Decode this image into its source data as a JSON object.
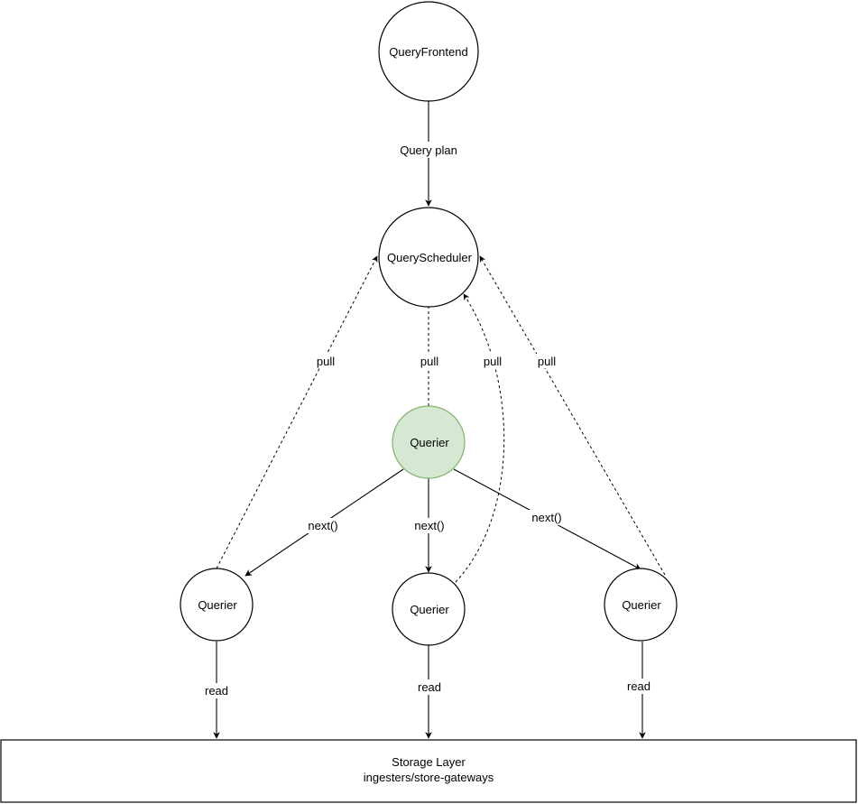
{
  "nodes": {
    "frontend": "QueryFrontend",
    "scheduler": "QueryScheduler",
    "querier_main": "Querier",
    "querier_left": "Querier",
    "querier_mid": "Querier",
    "querier_right": "Querier",
    "storage_line1": "Storage Layer",
    "storage_line2": "ingesters/store-gateways"
  },
  "edges": {
    "query_plan": "Query plan",
    "pull": "pull",
    "next": "next()",
    "read": "read"
  },
  "colors": {
    "highlight_fill": "#d5e8d4",
    "highlight_stroke": "#82b366"
  }
}
